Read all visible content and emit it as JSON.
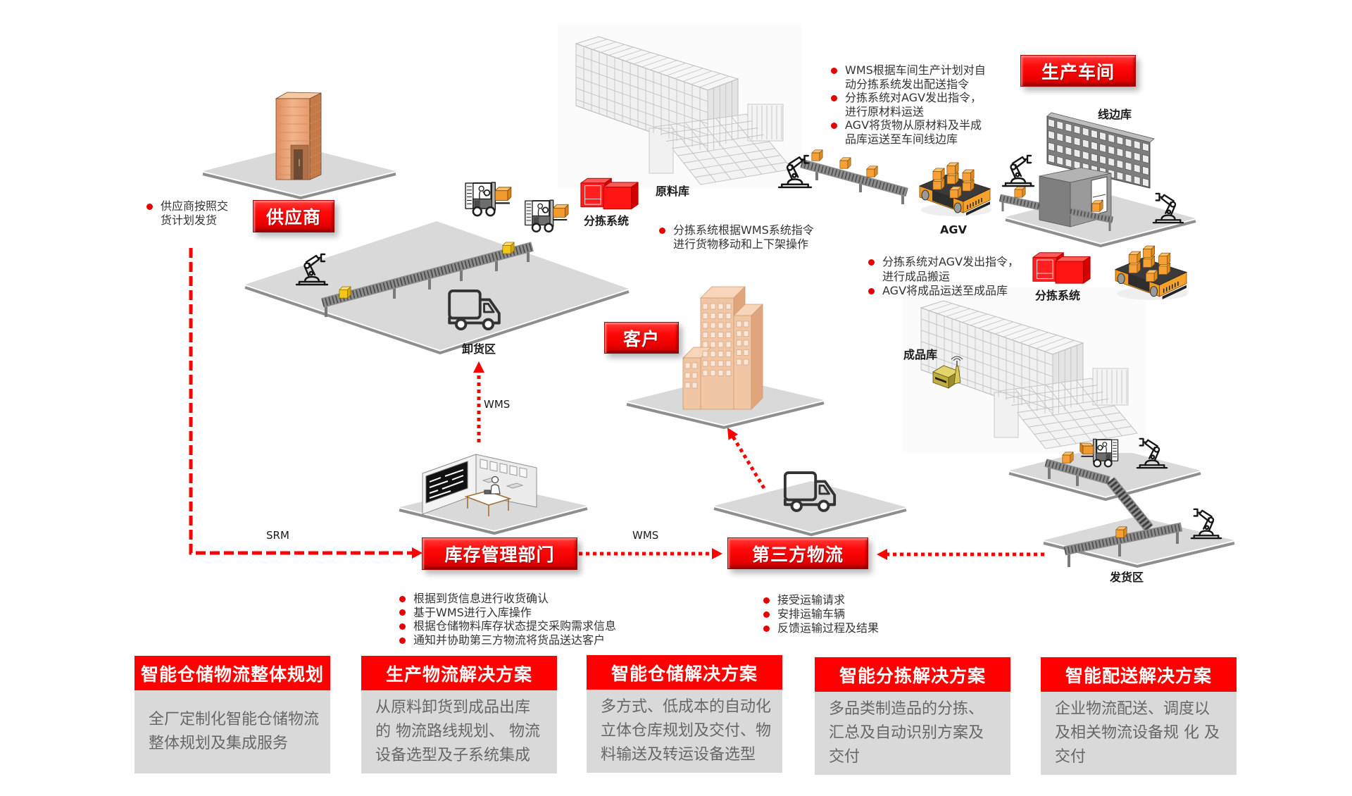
{
  "nodes": {
    "supplier": {
      "label": "供应商"
    },
    "customer": {
      "label": "客户"
    },
    "production_workshop": {
      "label": "生产车间"
    },
    "inventory_department": {
      "label": "库存管理部门"
    },
    "third_party_logistics": {
      "label": "第三方物流"
    }
  },
  "areas": {
    "unloading_area": "卸货区",
    "raw_material_warehouse": "原料库",
    "sorting_system_raw": "分拣系统",
    "line_side_warehouse": "线边库",
    "agv": "AGV",
    "sorting_system_finished": "分拣系统",
    "finished_goods_warehouse": "成品库",
    "shipping_area": "发货区"
  },
  "connectors": {
    "srm": "SRM",
    "wms_to_unloading": "WMS",
    "wms_to_logistics": "WMS"
  },
  "notes": {
    "supplier": [
      {
        "lines": [
          "供应商按照交",
          "货计划发货"
        ]
      }
    ],
    "sorting_raw": [
      {
        "lines": [
          "分拣系统根据WMS系统指令",
          "进行货物移动和上下架操作"
        ]
      }
    ],
    "production": [
      {
        "lines": [
          "WMS根据车间生产计划对自",
          "动分拣系统发出配送指令"
        ]
      },
      {
        "lines": [
          "分拣系统对AGV发出指令，",
          "进行原材料运送"
        ]
      },
      {
        "lines": [
          "AGV将货物从原材料及半成",
          "品库运送至车间线边库"
        ]
      }
    ],
    "finished": [
      {
        "lines": [
          "分拣系统对AGV发出指令，",
          "进行成品搬运"
        ]
      },
      {
        "lines": [
          "AGV将成品运送至成品库"
        ]
      }
    ],
    "inventory_department": [
      {
        "lines": [
          "根据到货信息进行收货确认"
        ]
      },
      {
        "lines": [
          "基于WMS进行入库操作"
        ]
      },
      {
        "lines": [
          "根据仓储物料库存状态提交采购需求信息"
        ]
      },
      {
        "lines": [
          "通知并协助第三方物流将货品送达客户"
        ]
      }
    ],
    "third_party_logistics": [
      {
        "lines": [
          "接受运输请求"
        ]
      },
      {
        "lines": [
          "安排运输车辆"
        ]
      },
      {
        "lines": [
          "反馈运输过程及结果"
        ]
      }
    ]
  },
  "solutions": [
    {
      "title": "智能仓储物流整体规划",
      "lines": [
        "全厂定制化智能仓储物流",
        "整体规划及集成服务"
      ]
    },
    {
      "title": "生产物流解决方案",
      "lines": [
        "从原料卸货到成品出库",
        "的 物流路线规划、 物流",
        "设备选型及子系统集成"
      ]
    },
    {
      "title": "智能仓储解决方案",
      "lines": [
        "多方式、低成本的自动化",
        "立体仓库规划及交付、物",
        "料输送及转运设备选型"
      ]
    },
    {
      "title": "智能分拣解决方案",
      "lines": [
        "多品类制造品的分拣、",
        "汇总及自动识别方案及",
        "交付"
      ]
    },
    {
      "title": "智能配送解决方案",
      "lines": [
        "企业物流配送、调度以",
        "及相关物流设备规 化 及",
        "交付"
      ]
    }
  ],
  "colors": {
    "accent_red": "#ff0000",
    "panel_body": "#d9d9d9",
    "platform": "#d9d9d9",
    "cargo_orange": "#f7a035",
    "building_peach": "#f0c6a4"
  }
}
